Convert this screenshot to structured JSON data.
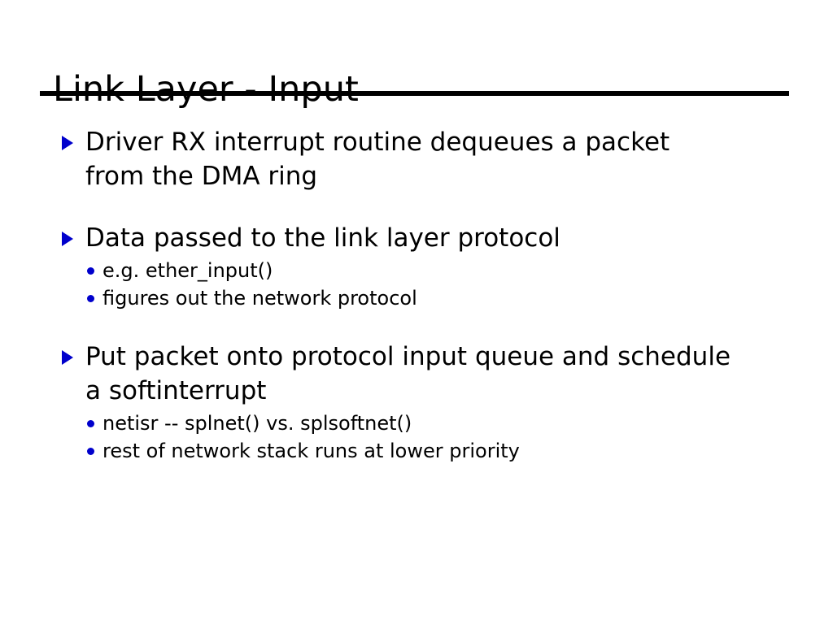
{
  "slide": {
    "title": "Link Layer - Input",
    "accent_color": "#0000CC",
    "text_color": "#000000",
    "background_color": "#FFFFFF",
    "bullet_marker_icon": "triangle-right-icon",
    "sub_bullet_marker_icon": "dot-icon",
    "groups": [
      {
        "text": "Driver RX interrupt routine dequeues a packet from the DMA ring",
        "sub_items": []
      },
      {
        "text": "Data passed to the link layer protocol",
        "sub_items": [
          "e.g. ether_input()",
          "figures out the network protocol"
        ]
      },
      {
        "text": "Put packet onto protocol input queue and schedule a softinterrupt",
        "sub_items": [
          "netisr -- splnet() vs. splsoftnet()",
          "rest of network stack runs at lower priority"
        ]
      }
    ]
  }
}
